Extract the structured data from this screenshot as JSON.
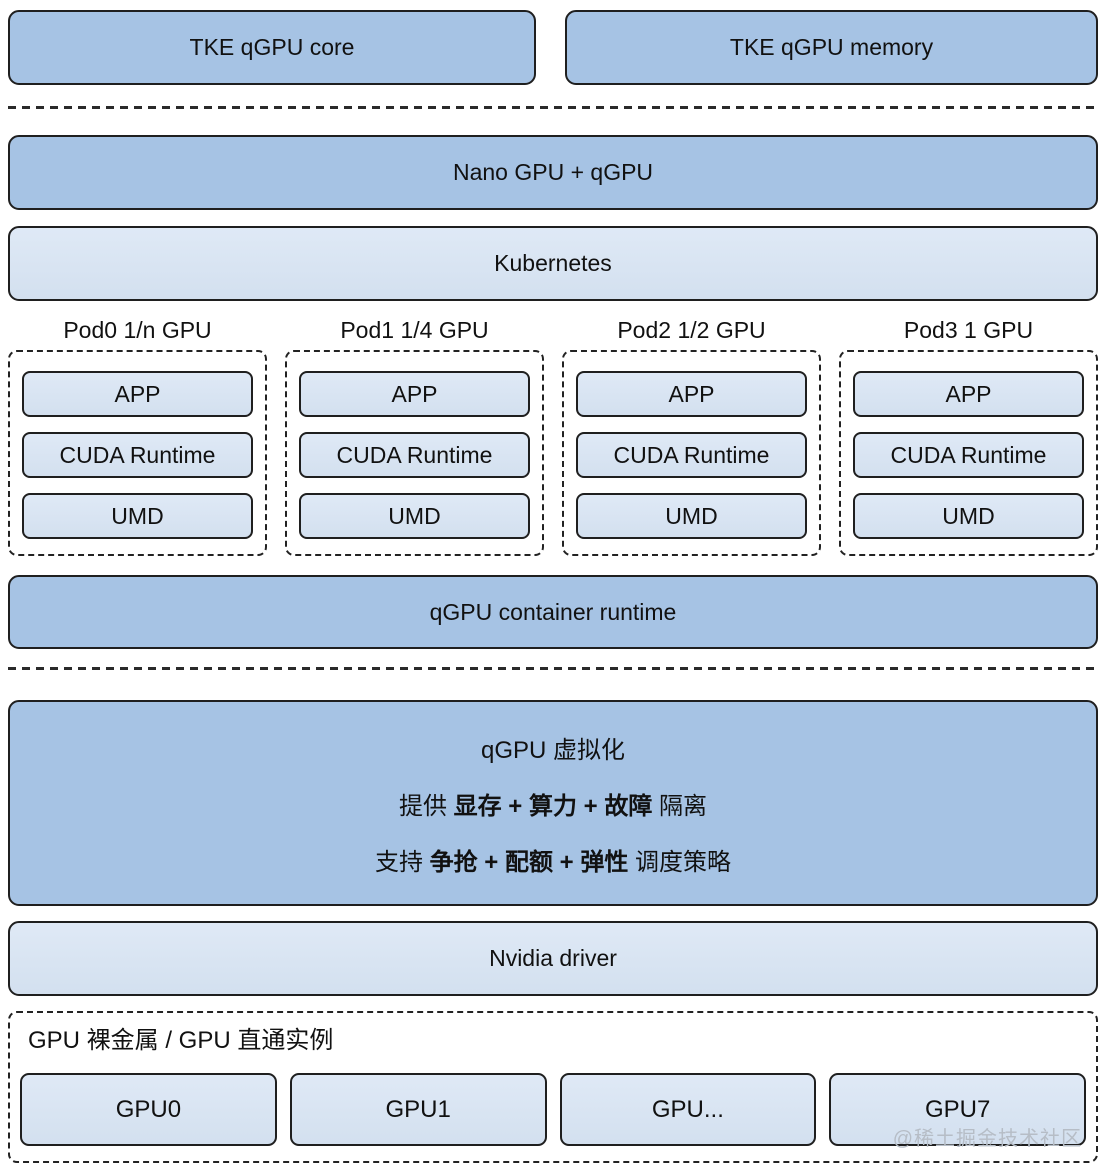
{
  "top_boxes": [
    {
      "label": "TKE qGPU core"
    },
    {
      "label": "TKE qGPU memory"
    }
  ],
  "layers": {
    "nano_gpu": "Nano GPU + qGPU",
    "kubernetes": "Kubernetes",
    "container_runtime": "qGPU container runtime",
    "nvidia_driver": "Nvidia driver"
  },
  "pods": [
    {
      "label": "Pod0 1/n GPU",
      "components": [
        "APP",
        "CUDA Runtime",
        "UMD"
      ]
    },
    {
      "label": "Pod1 1/4 GPU",
      "components": [
        "APP",
        "CUDA Runtime",
        "UMD"
      ]
    },
    {
      "label": "Pod2 1/2 GPU",
      "components": [
        "APP",
        "CUDA Runtime",
        "UMD"
      ]
    },
    {
      "label": "Pod3 1 GPU",
      "components": [
        "APP",
        "CUDA Runtime",
        "UMD"
      ]
    }
  ],
  "virtualization": {
    "title": "qGPU 虚拟化",
    "isolation": {
      "prefix": "提供 ",
      "bold": "显存 + 算力 + 故障",
      "suffix": " 隔离"
    },
    "scheduling": {
      "prefix": "支持 ",
      "bold": "争抢 + 配额 + 弹性",
      "suffix": " 调度策略"
    }
  },
  "bare_metal": {
    "label": "GPU 裸金属 / GPU 直通实例",
    "gpus": [
      "GPU0",
      "GPU1",
      "GPU...",
      "GPU7"
    ]
  },
  "watermark": "@稀土掘金技术社区",
  "colors": {
    "box_medium": "#a6c3e4",
    "box_light_top": "#dfe9f6",
    "box_light_bottom": "#d3e0ef",
    "border": "#1f1f1f",
    "text": "#111111",
    "watermark": "#b6bdc6"
  }
}
